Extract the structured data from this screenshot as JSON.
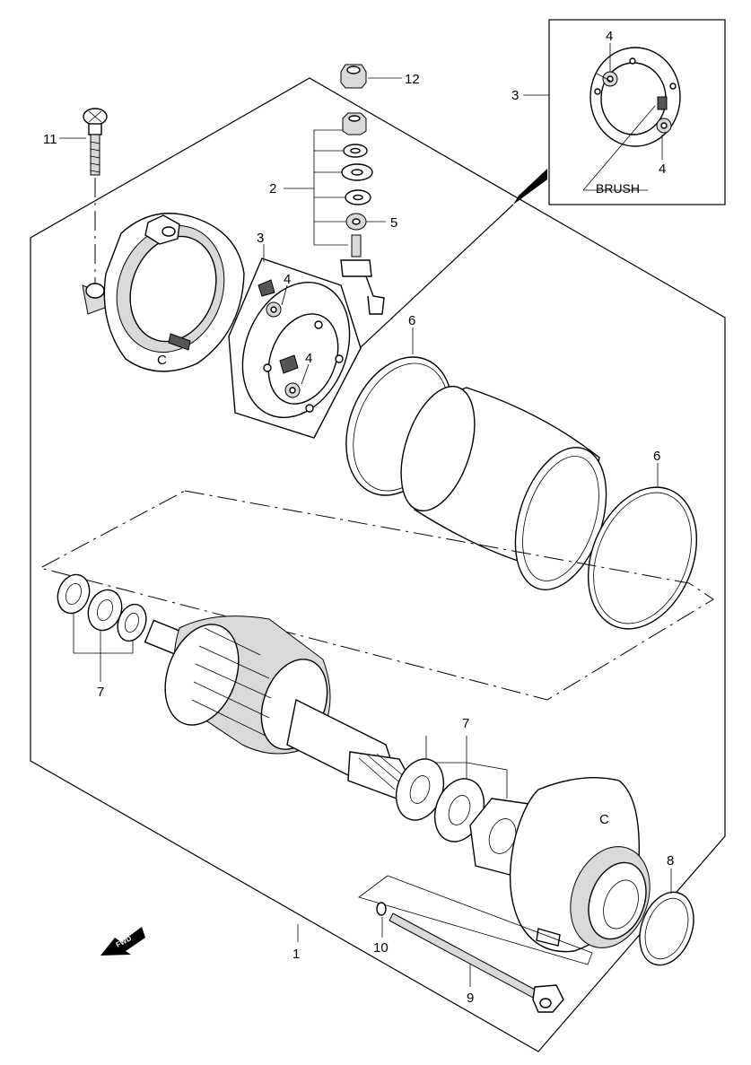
{
  "diagram": {
    "callouts": {
      "c1": "1",
      "c2": "2",
      "c3_main": "3",
      "c3_inset": "3",
      "c4_a": "4",
      "c4_b": "4",
      "c4_inset_top": "4",
      "c4_inset_bottom": "4",
      "c5": "5",
      "c6_a": "6",
      "c6_b": "6",
      "c7_left": "7",
      "c7_right": "7",
      "c8": "8",
      "c9": "9",
      "c10": "10",
      "c11": "11",
      "c12": "12"
    },
    "inset_label": "BRUSH",
    "direction_label": "FWD",
    "cover_marks": {
      "rear_cover": "C",
      "front_cover": "C"
    }
  }
}
